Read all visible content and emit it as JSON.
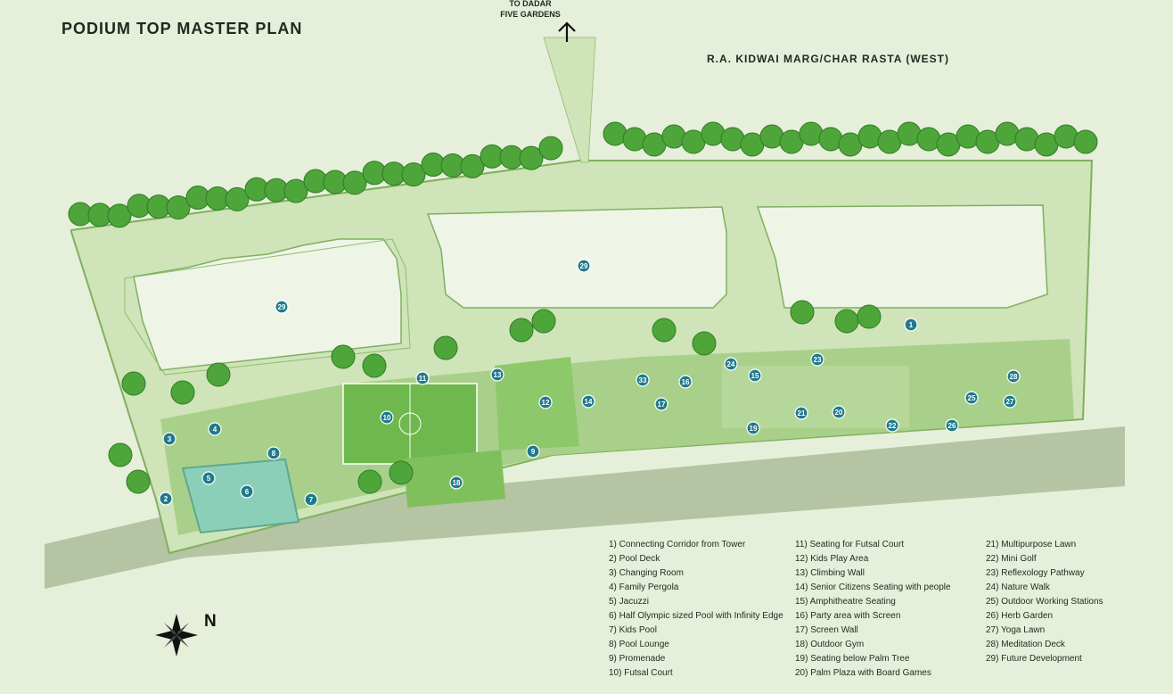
{
  "title": "PODIUM TOP MASTER PLAN",
  "road_label": "R.A. KIDWAI MARG/CHAR RASTA (WEST)",
  "direction_label": [
    "TO DADAR",
    "FIVE GARDENS"
  ],
  "north_label": "N",
  "icons": {
    "compass": "compass-rose-icon",
    "arrow": "up-arrow-icon"
  },
  "colors": {
    "background": "#e6efd9",
    "lawn": "#b9d89a",
    "pool": "#8ccfb8",
    "badge": "#1f7a8c",
    "tree": "#4ea63a",
    "road": "#b5c4a2"
  },
  "legend": [
    [
      "1) Connecting Corridor from Tower",
      "2) Pool Deck",
      "3) Changing Room",
      "4) Family Pergola",
      "5) Jacuzzi",
      "6) Half Olympic sized Pool with Infinity Edge",
      "7) Kids Pool",
      "8) Pool Lounge",
      "9) Promenade",
      "10) Futsal Court"
    ],
    [
      "11) Seating for Futsal Court",
      "12) Kids Play Area",
      "13) Climbing Wall",
      "14) Senior Citizens Seating with people",
      "15) Amphitheatre Seating",
      "16) Party area with Screen",
      "17) Screen Wall",
      "18) Outdoor Gym",
      "19) Seating below Palm Tree",
      "20) Palm Plaza with Board Games"
    ],
    [
      "21) Multipurpose Lawn",
      "22) Mini Golf",
      "23) Reflexology Pathway",
      "24) Nature Walk",
      "25) Outdoor Working Stations",
      "26) Herb Garden",
      "27) Yoga Lawn",
      "28) Meditation Deck",
      "29) Future Development"
    ]
  ],
  "badges": [
    "1",
    "2",
    "3",
    "4",
    "5",
    "6",
    "7",
    "8",
    "9",
    "10",
    "11",
    "12",
    "13",
    "14",
    "15",
    "16",
    "17",
    "18",
    "19",
    "20",
    "21",
    "22",
    "23",
    "24",
    "25",
    "26",
    "27",
    "28",
    "29",
    "29",
    "33"
  ]
}
